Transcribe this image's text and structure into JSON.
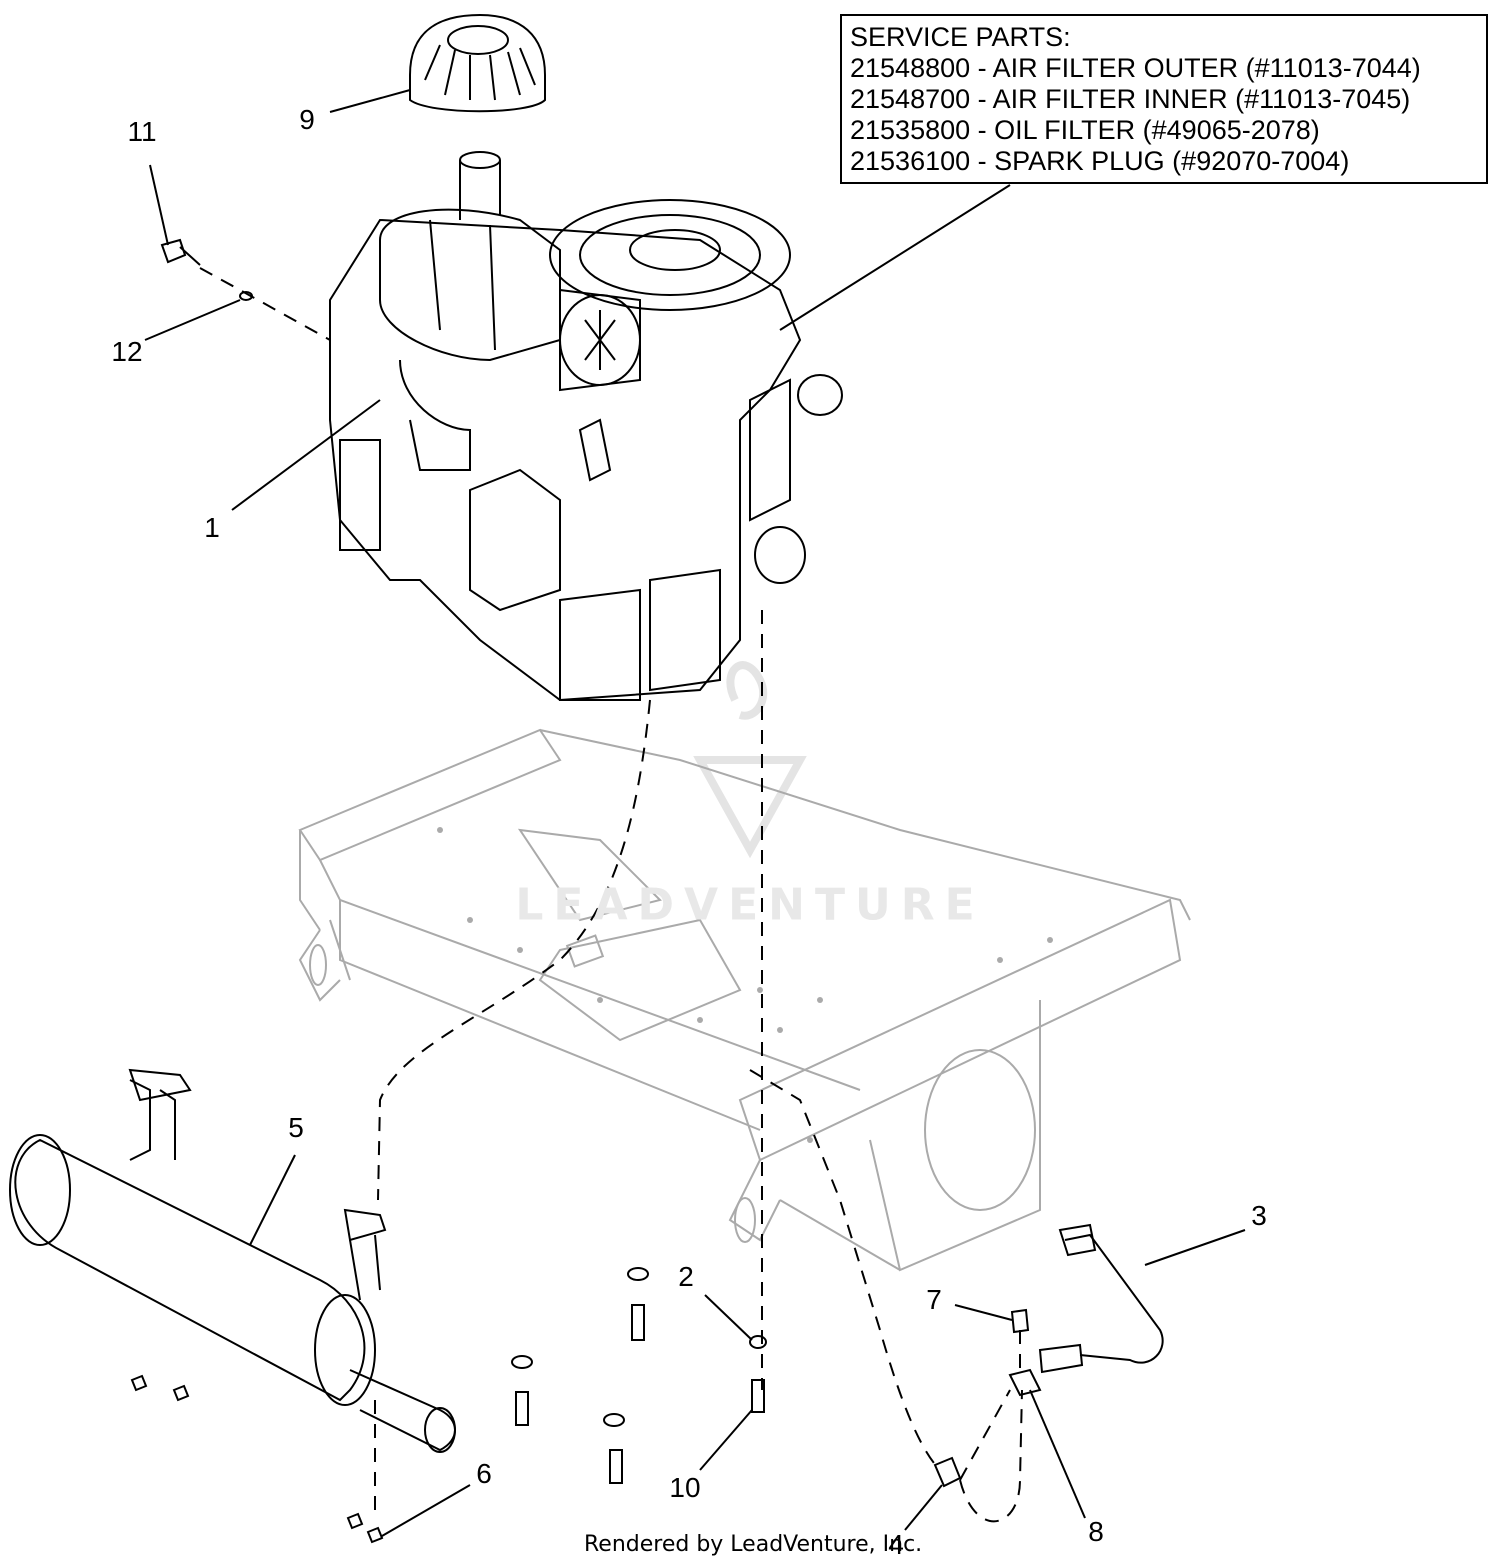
{
  "service_parts": {
    "heading": "SERVICE PARTS:",
    "lines": [
      "21548800 - AIR FILTER OUTER (#11013-7044)",
      "21548700 - AIR FILTER INNER (#11013-7045)",
      "21535800 - OIL FILTER (#49065-2078)",
      "21536100 - SPARK PLUG (#92070-7004)"
    ]
  },
  "callouts": {
    "c1": "1",
    "c2": "2",
    "c3": "3",
    "c4": "4",
    "c5": "5",
    "c6": "6",
    "c7": "7",
    "c8": "8",
    "c9": "9",
    "c10": "10",
    "c11": "11",
    "c12": "12"
  },
  "watermark": "LEADVENTURE",
  "footer": "Rendered by LeadVenture, Inc."
}
